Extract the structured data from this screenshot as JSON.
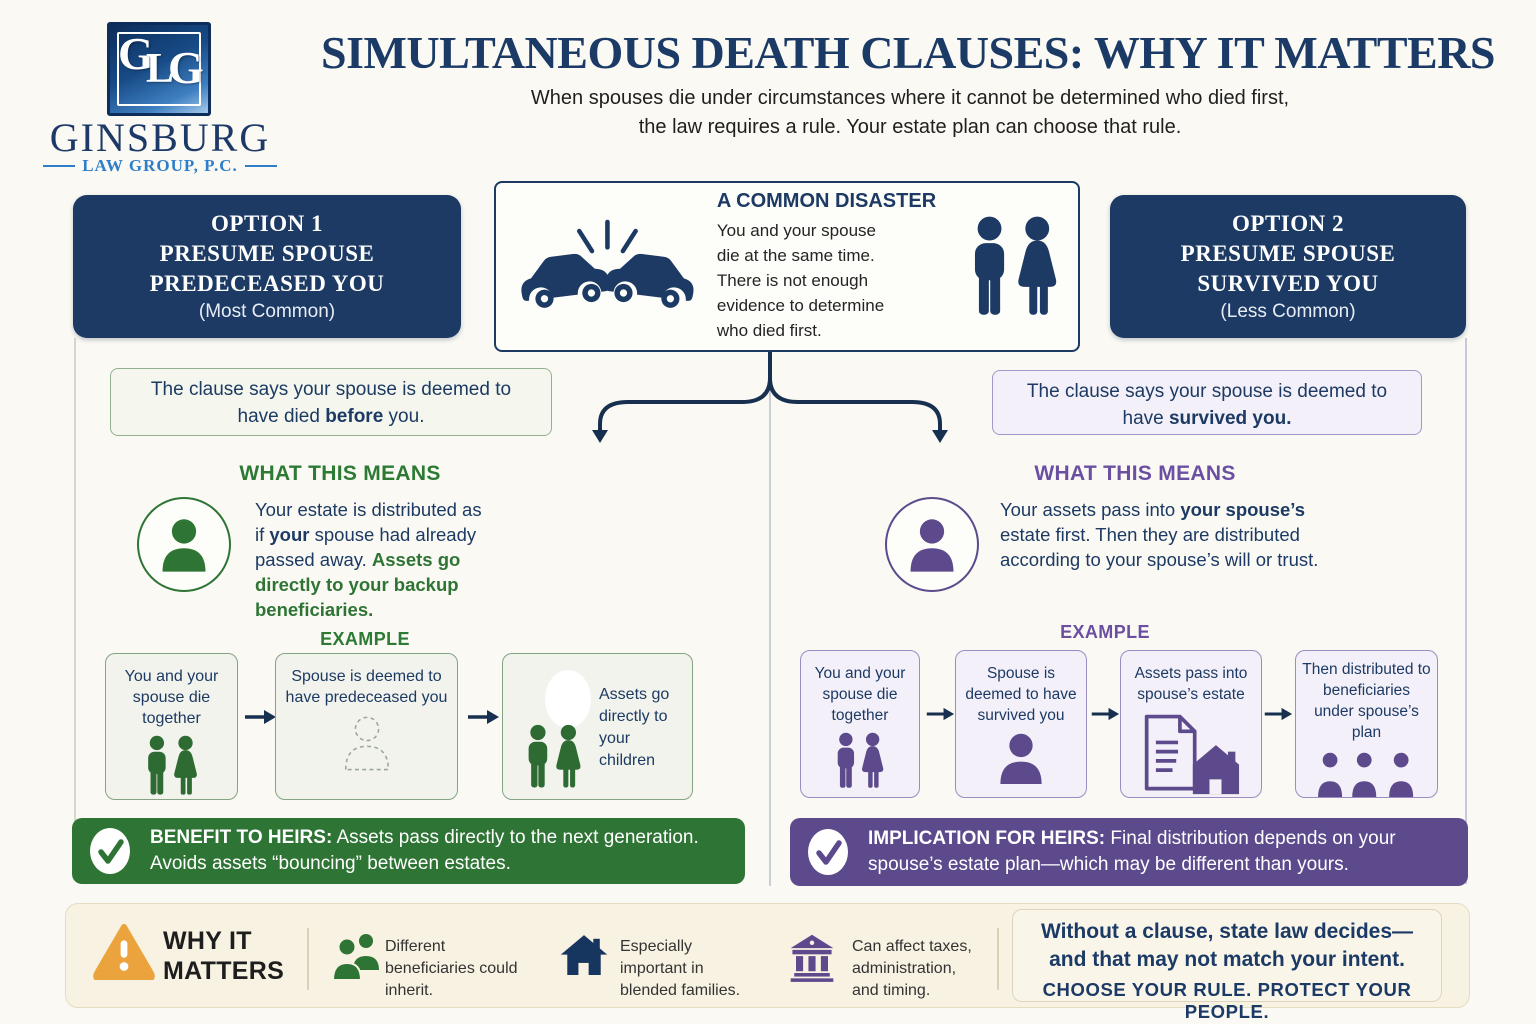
{
  "colors": {
    "navy": "#1c3a63",
    "green": "#2e7434",
    "greenhead": "#2c7a33",
    "purple": "#5c4a8c",
    "purplehead": "#6b4fa1",
    "orange": "#eba33d",
    "cream": "#f8f2e2",
    "bg": "#faf9f4",
    "ink": "#222222"
  },
  "header": {
    "logo": {
      "letter1": "G",
      "letter2": "L",
      "letter3": "G",
      "firm": "GINSBURG",
      "tagline": "LAW GROUP, P.C."
    },
    "title": "SIMULTANEOUS DEATH CLAUSES: WHY IT MATTERS",
    "subtitle_line1": "When spouses die under circumstances where it cannot be determined who died first,",
    "subtitle_line2": "the law requires a rule. Your estate plan can choose that rule."
  },
  "option1": {
    "line1": "OPTION 1",
    "line2": "PRESUME SPOUSE",
    "line3": "PREDECEASED YOU",
    "note": "(Most Common)"
  },
  "option2": {
    "line1": "OPTION 2",
    "line2": "PRESUME SPOUSE",
    "line3": "SURVIVED YOU",
    "note": "(Less Common)"
  },
  "disaster": {
    "heading": "A COMMON DISASTER",
    "lines": [
      "You and your spouse",
      "die at the same time.",
      "There is not enough",
      "evidence to determine",
      "who died first."
    ]
  },
  "left": {
    "clause_line1": "The clause says your spouse is deemed to",
    "clause_line2_pre": "have died ",
    "clause_line2_bold": "before",
    "clause_line2_post": " you.",
    "means_heading": "WHAT THIS MEANS",
    "means_seg1": "Your estate is distributed as if ",
    "means_seg2": "your",
    "means_seg3": " spouse had already passed away. ",
    "means_seg4": "Assets go directly to your backup beneficiaries.",
    "example_label": "EXAMPLE",
    "steps": [
      {
        "label": "You and your spouse die together"
      },
      {
        "label": "Spouse is deemed to have predeceased you"
      },
      {
        "label": "Assets go directly to your children"
      }
    ],
    "benefit_bold": "BENEFIT TO HEIRS:",
    "benefit_text": " Assets pass directly to the next generation. Avoids assets “bouncing” between estates."
  },
  "right": {
    "clause_line1": "The clause says your spouse is deemed to",
    "clause_line2_pre": "have ",
    "clause_line2_bold": "survived you.",
    "means_heading": "WHAT THIS MEANS",
    "means_seg1": "Your assets pass into ",
    "means_seg2": "your spouse’s",
    "means_seg3": " estate first. Then they are distributed according to your spouse’s will or trust.",
    "example_label": "EXAMPLE",
    "steps": [
      {
        "label": "You and your spouse die together"
      },
      {
        "label": "Spouse is deemed to have survived you"
      },
      {
        "label": "Assets pass into spouse’s estate"
      },
      {
        "label": "Then distributed to beneficiaries under spouse’s plan"
      }
    ],
    "implication_bold": "IMPLICATION FOR HEIRS:",
    "implication_text": " Final distribution depends on your spouse’s estate plan—which may be different than yours."
  },
  "footer": {
    "why_line1": "WHY IT",
    "why_line2": "MATTERS",
    "items": [
      {
        "icon": "beneficiaries-people-icon",
        "text": "Different beneficiaries could inherit."
      },
      {
        "icon": "house-icon",
        "text": "Especially important in blended families."
      },
      {
        "icon": "bank-icon",
        "text": "Can affect taxes, administration, and timing."
      }
    ],
    "closing_line1": "Without a clause, state law decides—",
    "closing_line2": "and that may not match your intent.",
    "cta": "CHOOSE YOUR RULE. PROTECT YOUR PEOPLE."
  }
}
